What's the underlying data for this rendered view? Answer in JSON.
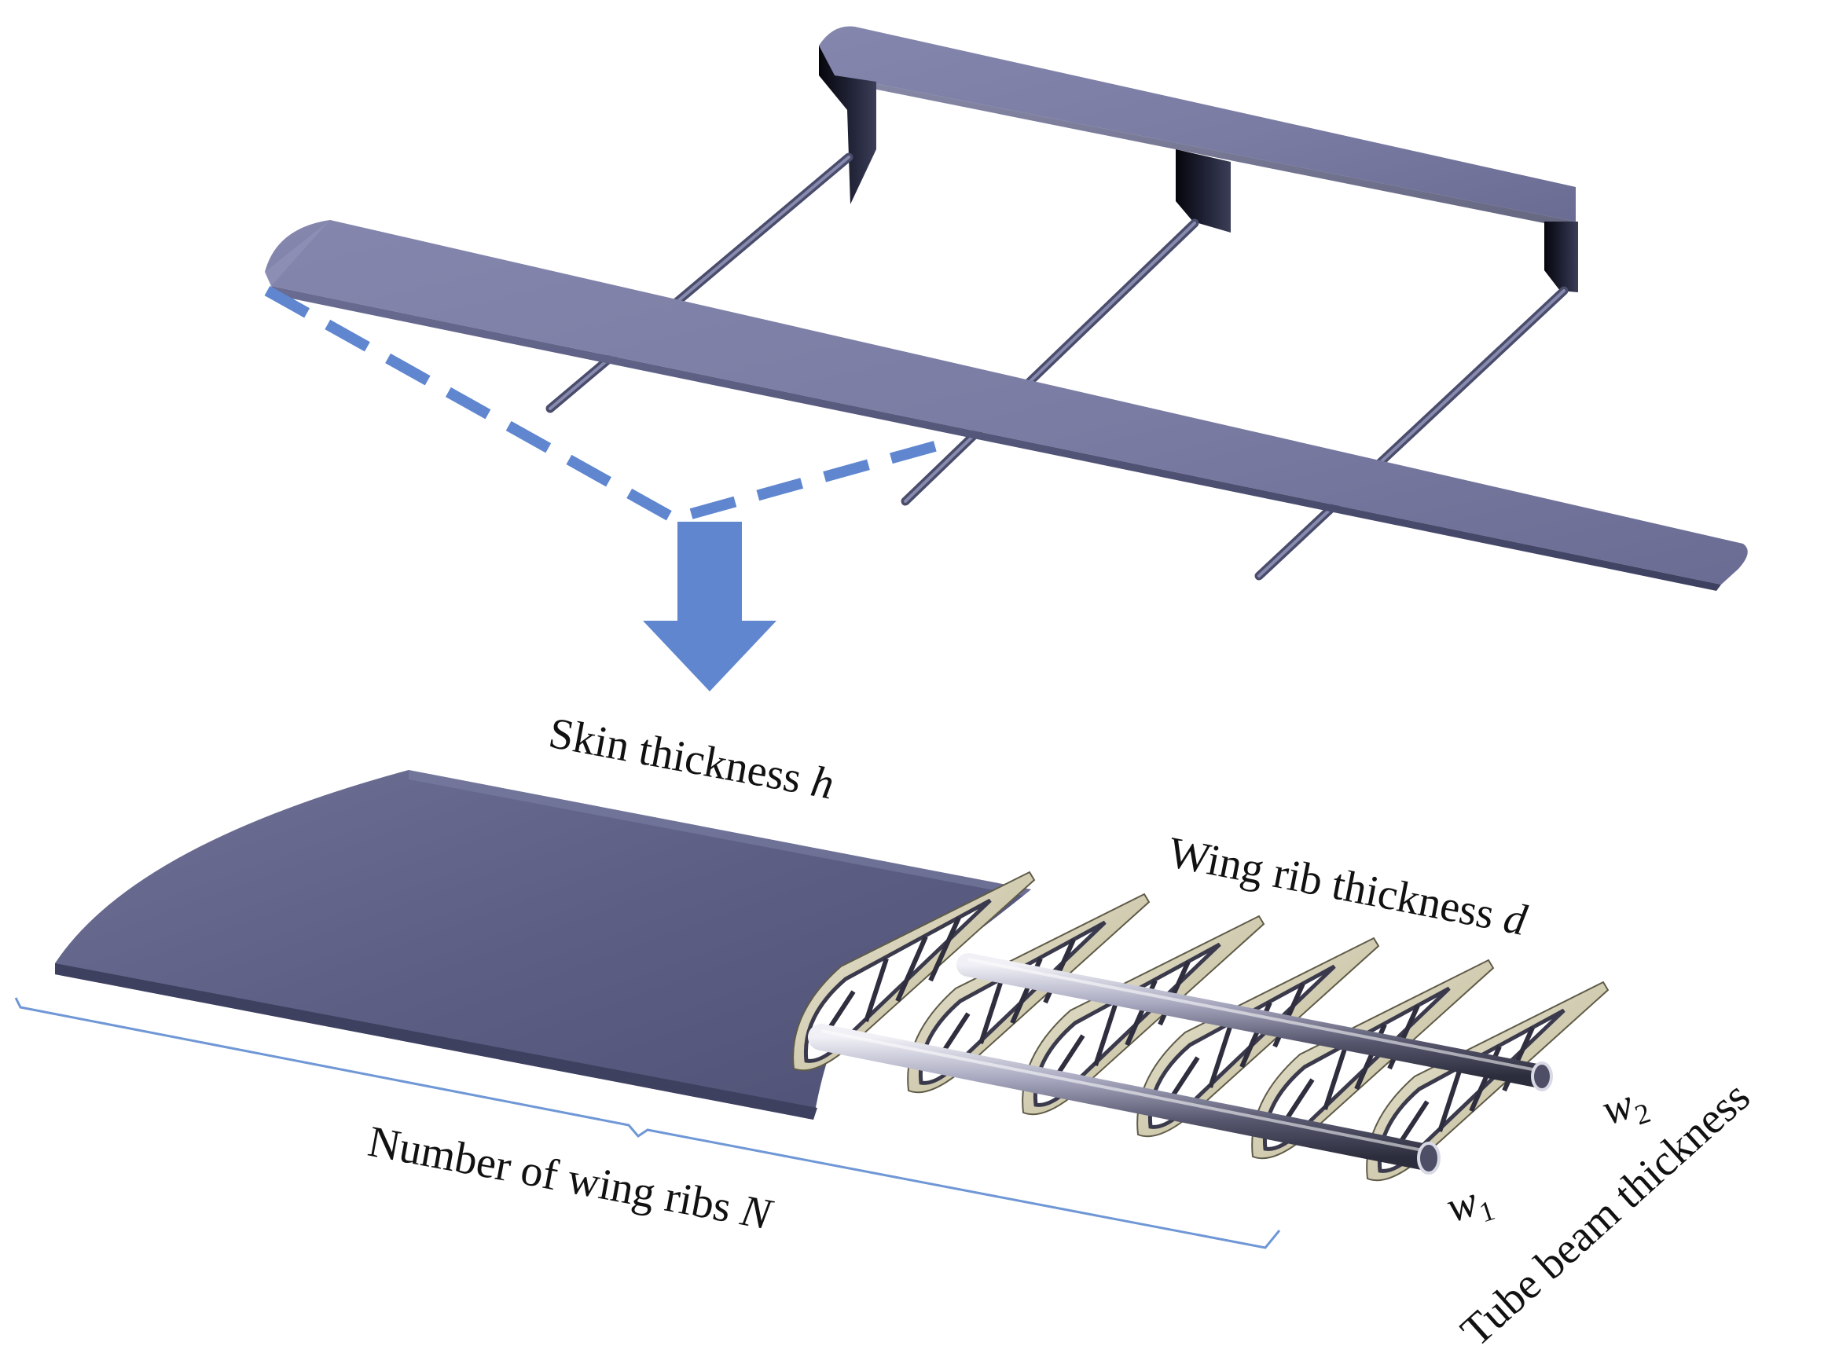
{
  "colors": {
    "wing_skin": "#7d7fa6",
    "wing_skin_dark": "#595b80",
    "spar_shadow": "#14151f",
    "callout_blue": "#5f86cf",
    "bracket_blue": "#6f97d6",
    "rib_cream": "#cfcab0",
    "tube_metal": "#8e8fa8"
  },
  "labels": {
    "skin_thickness": {
      "text": "Skin thickness ",
      "symbol": "h"
    },
    "wing_rib_thickness": {
      "text": "Wing rib thickness ",
      "symbol": "d"
    },
    "number_of_ribs": {
      "text": "Number of wing ribs ",
      "symbol": "N"
    },
    "tube_beam_thickness": {
      "text": "Tube beam thickness"
    },
    "w1": {
      "symbol": "w",
      "subscript": "1"
    },
    "w2": {
      "symbol": "w",
      "subscript": "2"
    }
  },
  "structure": {
    "rib_count": 6
  }
}
